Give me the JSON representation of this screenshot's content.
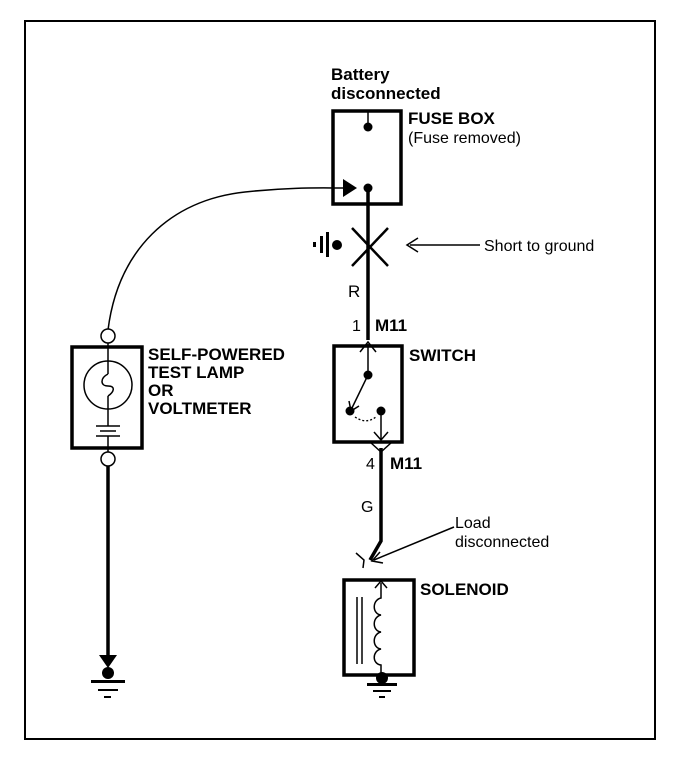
{
  "colors": {
    "ink": "#000000",
    "background": "#ffffff"
  },
  "fuse_box": {
    "status_line1": "Battery",
    "status_line2": "disconnected",
    "title": "FUSE BOX",
    "subtitle": "(Fuse removed)"
  },
  "fault": {
    "label": "Short to ground",
    "icon": "short-to-ground-x"
  },
  "wires": {
    "upper_color_code": "R",
    "lower_color_code": "G"
  },
  "connectors": {
    "upper_pin": "1",
    "upper_name": "M11",
    "lower_pin": "4",
    "lower_name": "M11"
  },
  "switch": {
    "label": "SWITCH"
  },
  "load": {
    "label_line1": "Load",
    "label_line2": "disconnected"
  },
  "solenoid": {
    "label": "SOLENOID"
  },
  "test_tool": {
    "line1": "SELF-POWERED",
    "line2": "TEST LAMP",
    "line3": "OR",
    "line4": "VOLTMETER"
  }
}
